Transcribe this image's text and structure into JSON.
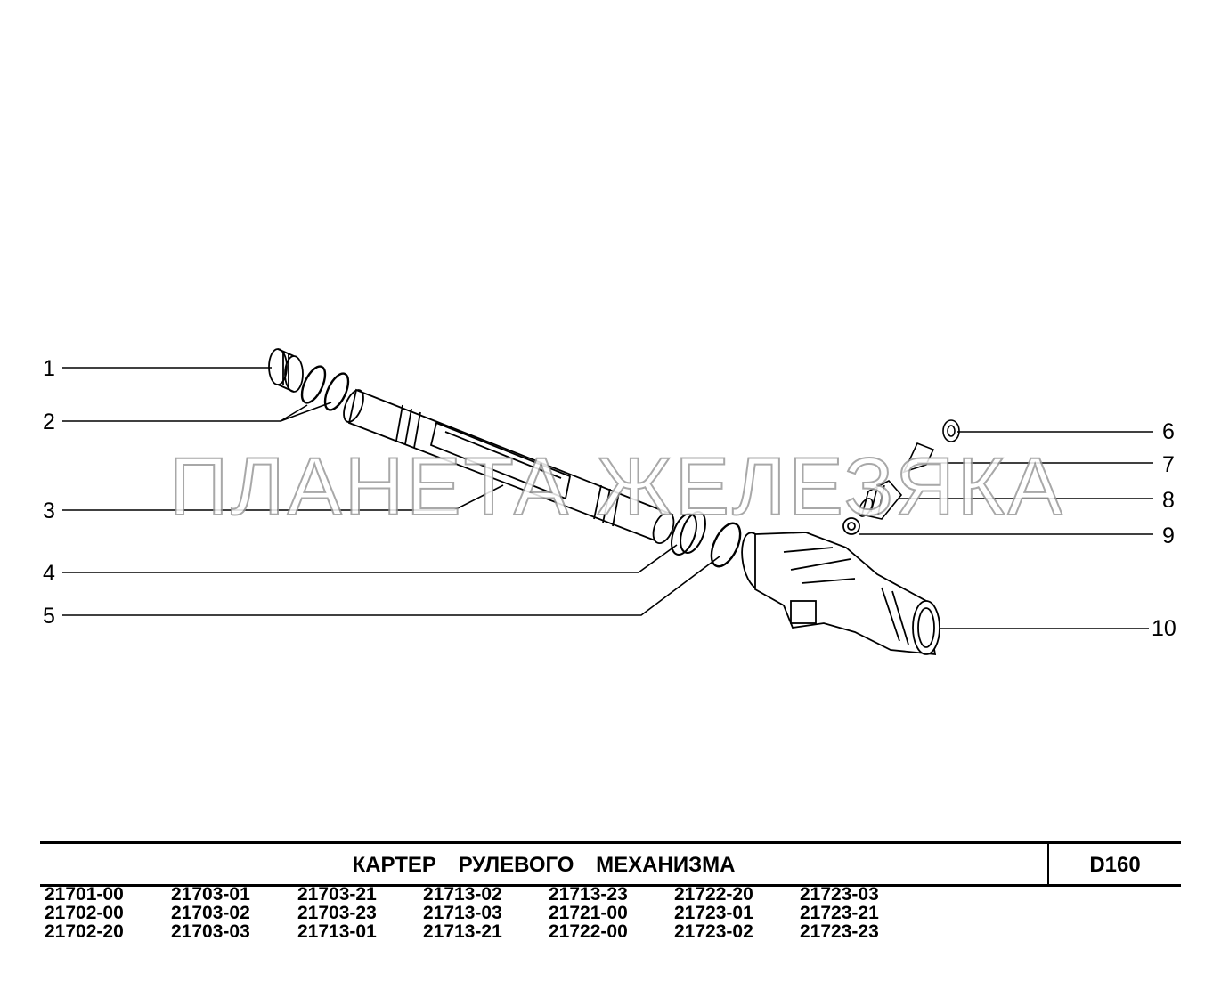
{
  "watermark": "ПЛАНЕТА ЖЕЛЕЗЯКА",
  "callouts": [
    "1",
    "2",
    "3",
    "4",
    "5",
    "6",
    "7",
    "8",
    "9",
    "10"
  ],
  "title": "КАРТЕР   РУЛЕВОГО   МЕХАНИЗМА",
  "code": "D160",
  "models": [
    [
      "21701-00",
      "21702-00",
      "21702-20"
    ],
    [
      "21703-01",
      "21703-02",
      "21703-03"
    ],
    [
      "21703-21",
      "21703-23",
      "21713-01"
    ],
    [
      "21713-02",
      "21713-03",
      "21713-21"
    ],
    [
      "21713-23",
      "21721-00",
      "21722-00"
    ],
    [
      "21722-20",
      "21723-01",
      "21723-02"
    ],
    [
      "21723-03",
      "21723-21",
      "21723-23"
    ]
  ],
  "colors": {
    "line": "#000000",
    "watermark_stroke": "#9a9a9a",
    "background": "#ffffff"
  }
}
